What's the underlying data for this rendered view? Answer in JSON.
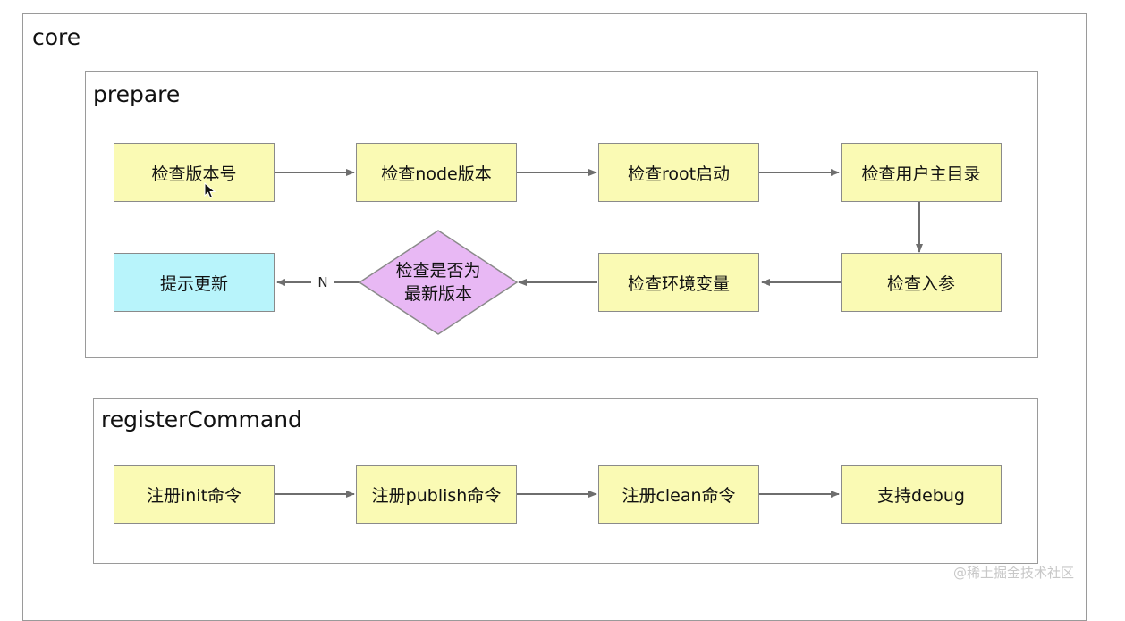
{
  "frames": {
    "core": "core",
    "prepare": "prepare",
    "register": "registerCommand"
  },
  "prepare": {
    "check_version": "检查版本号",
    "check_node": "检查node版本",
    "check_root": "检查root启动",
    "check_home": "检查用户主目录",
    "check_args": "检查入参",
    "check_env": "检查环境变量",
    "check_latest_line1": "检查是否为",
    "check_latest_line2": "最新版本",
    "prompt_update": "提示更新",
    "edge_no": "N"
  },
  "register": {
    "init": "注册init命令",
    "publish": "注册publish命令",
    "clean": "注册clean命令",
    "debug": "支持debug"
  },
  "watermark": "@稀土掘金技术社区",
  "colors": {
    "process_fill": "#fafab4",
    "decision_fill": "#e8b8f4",
    "result_fill": "#b8f4fb",
    "arrow": "#6e6e6e"
  }
}
